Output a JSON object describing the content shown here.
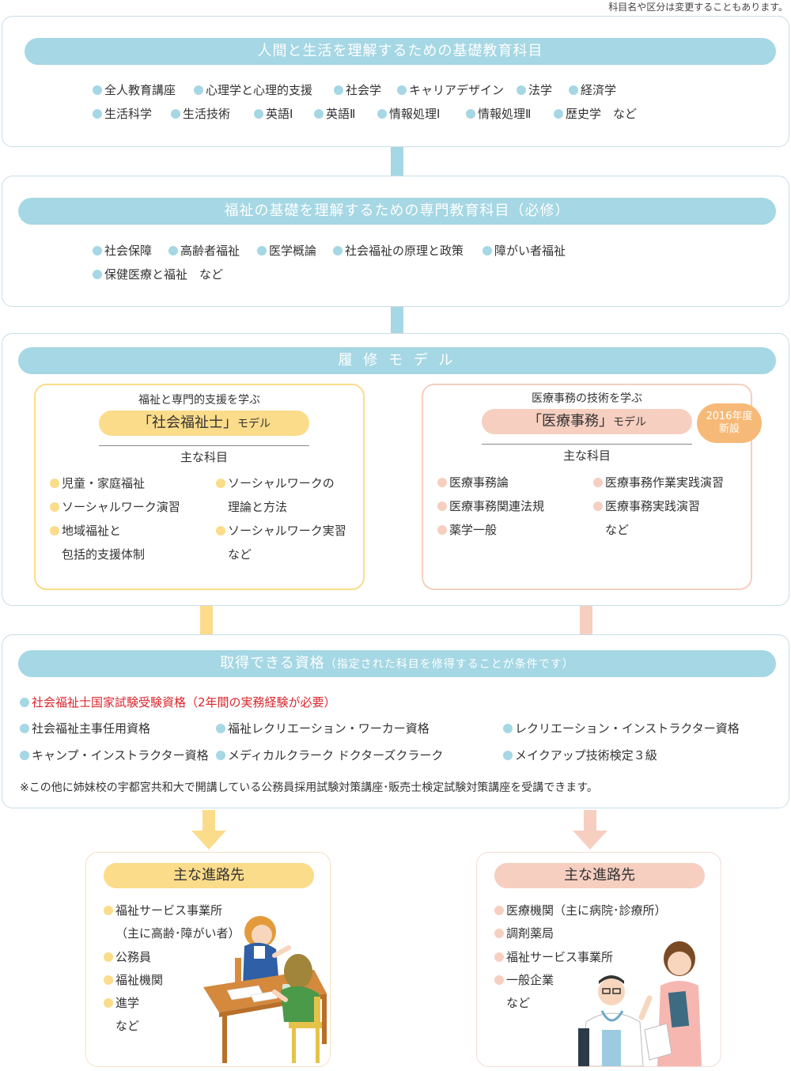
{
  "top_note": "科目名や区分は変更することもあります。",
  "basic": {
    "title": "人間と生活を理解するための基礎教育科目",
    "row1": [
      "全人教育講座",
      "心理学と心理的支援",
      "社会学",
      "キャリアデザイン",
      "法学",
      "経済学"
    ],
    "row2": [
      "生活科学",
      "生活技術",
      "英語Ⅰ",
      "英語Ⅱ",
      "情報処理Ⅰ",
      "情報処理Ⅱ",
      "歴史学　など"
    ]
  },
  "specialized": {
    "title": "福祉の基礎を理解するための専門教育科目（必修）",
    "row1": [
      "社会保障",
      "高齢者福祉",
      "医学概論",
      "社会福祉の原理と政策",
      "障がい者福祉"
    ],
    "row2": [
      "保健医療と福祉　など"
    ]
  },
  "model": {
    "title": "履 修 モ デ ル",
    "welfare": {
      "lead": "福祉と専門的支援を学ぶ",
      "name": "「社会福祉士」",
      "suffix": "モデル",
      "subjects_heading": "主な科目",
      "col1": [
        "児童・家庭福祉",
        "ソーシャルワーク演習",
        "地域福祉と",
        "包括的支援体制"
      ],
      "col2": [
        "ソーシャルワークの",
        "理論と方法",
        "ソーシャルワーク実習",
        "など"
      ]
    },
    "medical": {
      "lead": "医療事務の技術を学ぶ",
      "name": "「医療事務」",
      "suffix": "モデル",
      "badge_line1": "2016年度",
      "badge_line2": "新設",
      "subjects_heading": "主な科目",
      "col1": [
        "医療事務論",
        "医療事務関連法規",
        "薬学一般"
      ],
      "col2": [
        "医療事務作業実践演習",
        "医療事務実践演習",
        "など"
      ]
    }
  },
  "qualifications": {
    "title": "取得できる資格",
    "title_sub": "（指定された科目を修得することが条件です）",
    "highlight": "社会福祉士国家試験受験資格（2年間の実務経験が必要）",
    "row1": [
      "社会福祉主事任用資格",
      "福祉レクリエーション・ワーカー資格",
      "レクリエーション・インストラクター資格"
    ],
    "row2": [
      "キャンプ・インストラクター資格",
      "メディカルクラーク ドクターズクラーク",
      "メイクアップ技術検定３級"
    ],
    "footnote": "※この他に姉妹校の宇都宮共和大で開講している公務員採用試験対策講座･販売士検定試験対策講座を受講できます。"
  },
  "careers_welfare": {
    "title": "主な進路先",
    "items": [
      "福祉サービス事業所",
      "（主に高齢･障がい者）",
      "公務員",
      "福祉機関",
      "進学",
      "など"
    ]
  },
  "careers_medical": {
    "title": "主な進路先",
    "items": [
      "医療機関（主に病院･診療所）",
      "調剤薬局",
      "福祉サービス事業所",
      "一般企業",
      "など"
    ]
  },
  "colors": {
    "blue": "#a5d7e4",
    "yellow": "#fbdc8a",
    "pink": "#f6cfc0",
    "orange": "#f7b977",
    "red": "#d9262c"
  }
}
